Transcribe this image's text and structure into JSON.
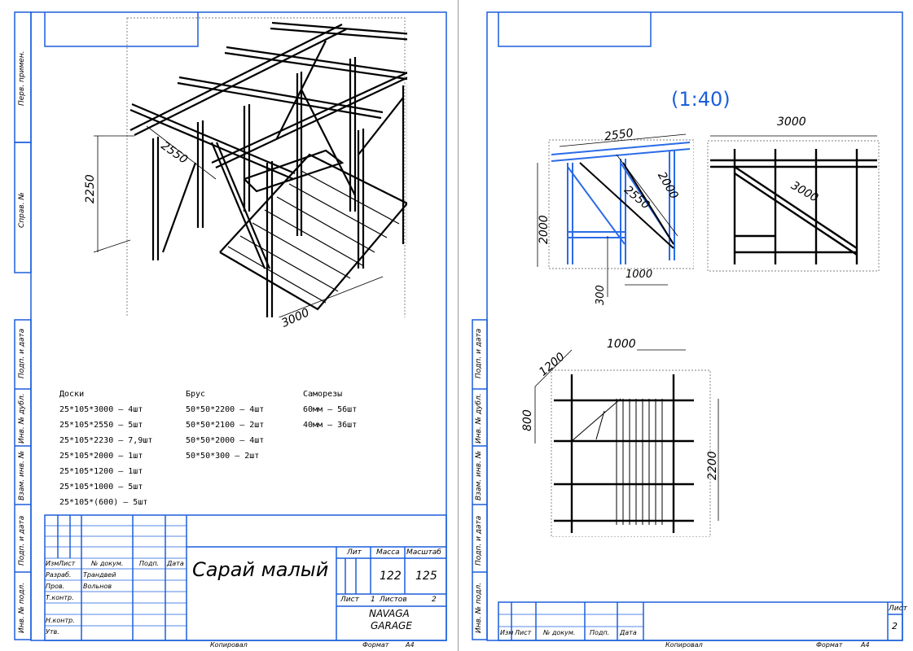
{
  "sheet1": {
    "title": "Сарай малый",
    "company_line1": "NAVAGA",
    "company_line2": "GARAGE",
    "copied": "Копировал",
    "format_label": "Формат",
    "format_value": "А4",
    "lit_header": "Лит",
    "mass_header": "Масса",
    "scale_header": "Масштаб",
    "mass_value": "122",
    "scale_value": "125",
    "sheet_label": "Лист",
    "sheet_value": "1",
    "sheets_label": "Листов",
    "sheets_value": "2",
    "tb_headers": [
      "Изм",
      "Лист",
      "№ докум.",
      "Подп.",
      "Дата"
    ],
    "tb_rows": [
      {
        "role": "Разраб.",
        "name": "Трандвей"
      },
      {
        "role": "Пров.",
        "name": "Вольнов"
      },
      {
        "role": "Т.контр.",
        "name": ""
      },
      {
        "role": "",
        "name": ""
      },
      {
        "role": "Н.контр.",
        "name": ""
      },
      {
        "role": "Утв.",
        "name": ""
      }
    ],
    "side_labels": [
      "Перв. примен.",
      "Справ. №",
      "Подп. и дата",
      "Инв. № дубл.",
      "Взам. инв. №",
      "Подп. и дата",
      "Инв. № подл."
    ],
    "dims": {
      "height": "2250",
      "depth": "2550",
      "width": "3000"
    },
    "spec": {
      "boards_title": "Доски",
      "boards": [
        "25*105*3000 – 4шт",
        "25*105*2550 – 5шт",
        "25*105*2230 – 7,9шт",
        "25*105*2000 – 1шт",
        "25*105*1200 – 1шт",
        "25*105*1000 – 5шт",
        "25*105*(600) – 5шт"
      ],
      "beams_title": "Брус",
      "beams": [
        "50*50*2200 – 4шт",
        "50*50*2100 – 2шт",
        "50*50*2000 – 4шт",
        "50*50*300 – 2шт"
      ],
      "screws_title": "Саморезы",
      "screws": [
        "60мм – 56шт",
        "40мм – 36шт"
      ]
    }
  },
  "sheet2": {
    "scale_note": "(1:40)",
    "dims_side": {
      "top": "2550",
      "height": "2000",
      "diag": "2550",
      "diag2": "2000",
      "foot": "300",
      "bottom": "1000"
    },
    "dims_front": {
      "top": "3000",
      "diag": "3000"
    },
    "dims_plan": {
      "top": "1000",
      "left_diag": "1200",
      "left": "800",
      "right": "2200"
    },
    "tb_headers": [
      "Изм",
      "Лист",
      "№ докум.",
      "Подп.",
      "Дата"
    ],
    "sheet_label": "Лист",
    "sheet_value": "2",
    "copied": "Копировал",
    "format_label": "Формат",
    "format_value": "А4",
    "side_labels": [
      "Подп. и дата",
      "Инв. № дубл.",
      "Взам. инв. №",
      "Подп. и дата",
      "Инв. № подл."
    ]
  },
  "colors": {
    "frame": "#1b5fdc",
    "blue_part": "#2b6be8",
    "line": "#000000"
  }
}
